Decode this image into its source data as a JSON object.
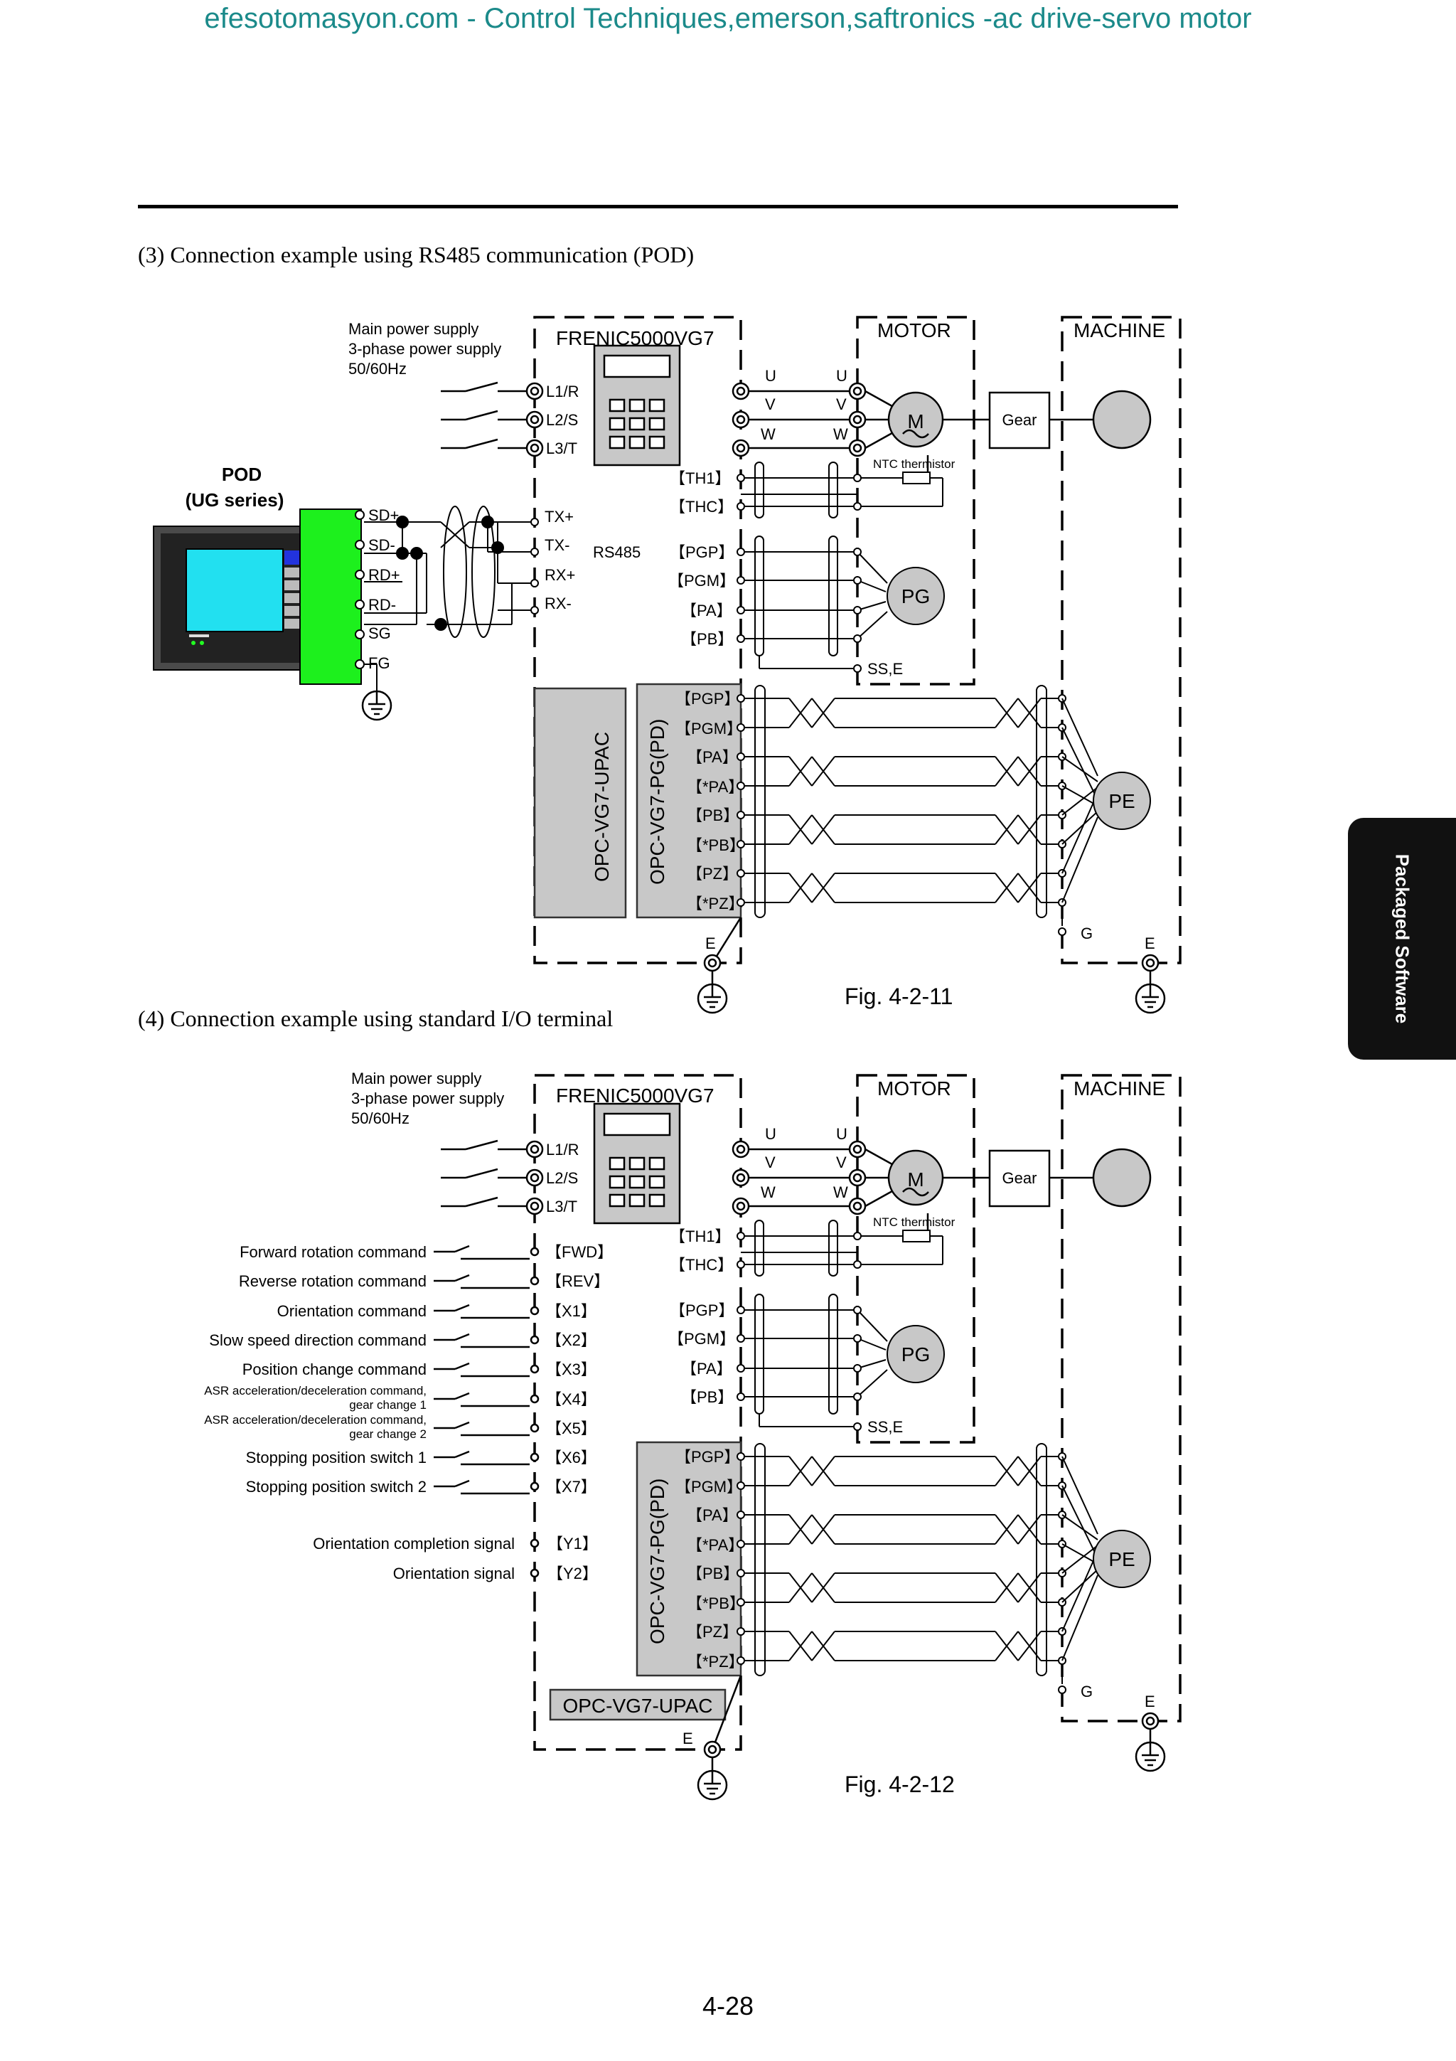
{
  "header": {
    "link_text": "efesotomasyon.com - Control Techniques,emerson,saftronics -ac drive-servo motor"
  },
  "sections": {
    "s3_title": "(3) Connection example using RS485 communication (POD)",
    "s4_title": "(4)  Connection example using standard I/O terminal"
  },
  "side_tab": {
    "label": "Packaged Software"
  },
  "page_number": "4-28",
  "common": {
    "supply": [
      "Main power supply",
      "3-phase power supply",
      "50/60Hz"
    ],
    "inverter": "FRENIC5000VG7",
    "motor_box": "MOTOR",
    "machine_box": "MACHINE",
    "power_terms": [
      "L1/R",
      "L2/S",
      "L3/T"
    ],
    "uvw": [
      "U",
      "V",
      "W"
    ],
    "motor": "M",
    "gear": "Gear",
    "ntc": "NTC thermistor",
    "th_terms": [
      "【TH1】",
      "【THC】"
    ],
    "pg_terms": [
      "【PGP】",
      "【PGM】",
      "【PA】",
      "【PB】"
    ],
    "pg": "PG",
    "ss_e": "SS,E",
    "pe_terms": [
      "【PGP】",
      "【PGM】",
      "【PA】",
      "【*PA】",
      "【PB】",
      "【*PB】",
      "【PZ】",
      "【*PZ】"
    ],
    "pe": "PE",
    "g_label": "G",
    "e_label": "E",
    "opc_pg": "OPC-VG7-PG(PD)",
    "opc_upac": "OPC-VG7-UPAC"
  },
  "fig11": {
    "caption": "Fig. 4-2-11",
    "pod_title": [
      "POD",
      "(UG series)"
    ],
    "pod_terms": [
      "SD+",
      "SD-",
      "RD+",
      "RD-",
      "SG",
      "FG"
    ],
    "rs485_terms": [
      "TX+",
      "TX-",
      "RX+",
      "RX-"
    ],
    "rs485_label": "RS485"
  },
  "fig12": {
    "caption": "Fig. 4-2-12",
    "inputs": [
      {
        "label": [
          "Forward rotation command"
        ],
        "term": "【FWD】"
      },
      {
        "label": [
          "Reverse rotation command"
        ],
        "term": "【REV】"
      },
      {
        "label": [
          "Orientation command"
        ],
        "term": "【X1】"
      },
      {
        "label": [
          "Slow speed direction command"
        ],
        "term": "【X2】"
      },
      {
        "label": [
          "Position change command"
        ],
        "term": "【X3】"
      },
      {
        "label": [
          "ASR acceleration/deceleration command,",
          "gear change 1"
        ],
        "term": "【X4】"
      },
      {
        "label": [
          "ASR acceleration/deceleration command,",
          "gear change 2"
        ],
        "term": "【X5】"
      },
      {
        "label": [
          "Stopping position switch 1"
        ],
        "term": "【X6】"
      },
      {
        "label": [
          "Stopping position switch 2"
        ],
        "term": "【X7】"
      }
    ],
    "outputs": [
      {
        "label": "Orientation completion signal",
        "term": "【Y1】"
      },
      {
        "label": "Orientation signal",
        "term": "【Y2】"
      }
    ]
  }
}
